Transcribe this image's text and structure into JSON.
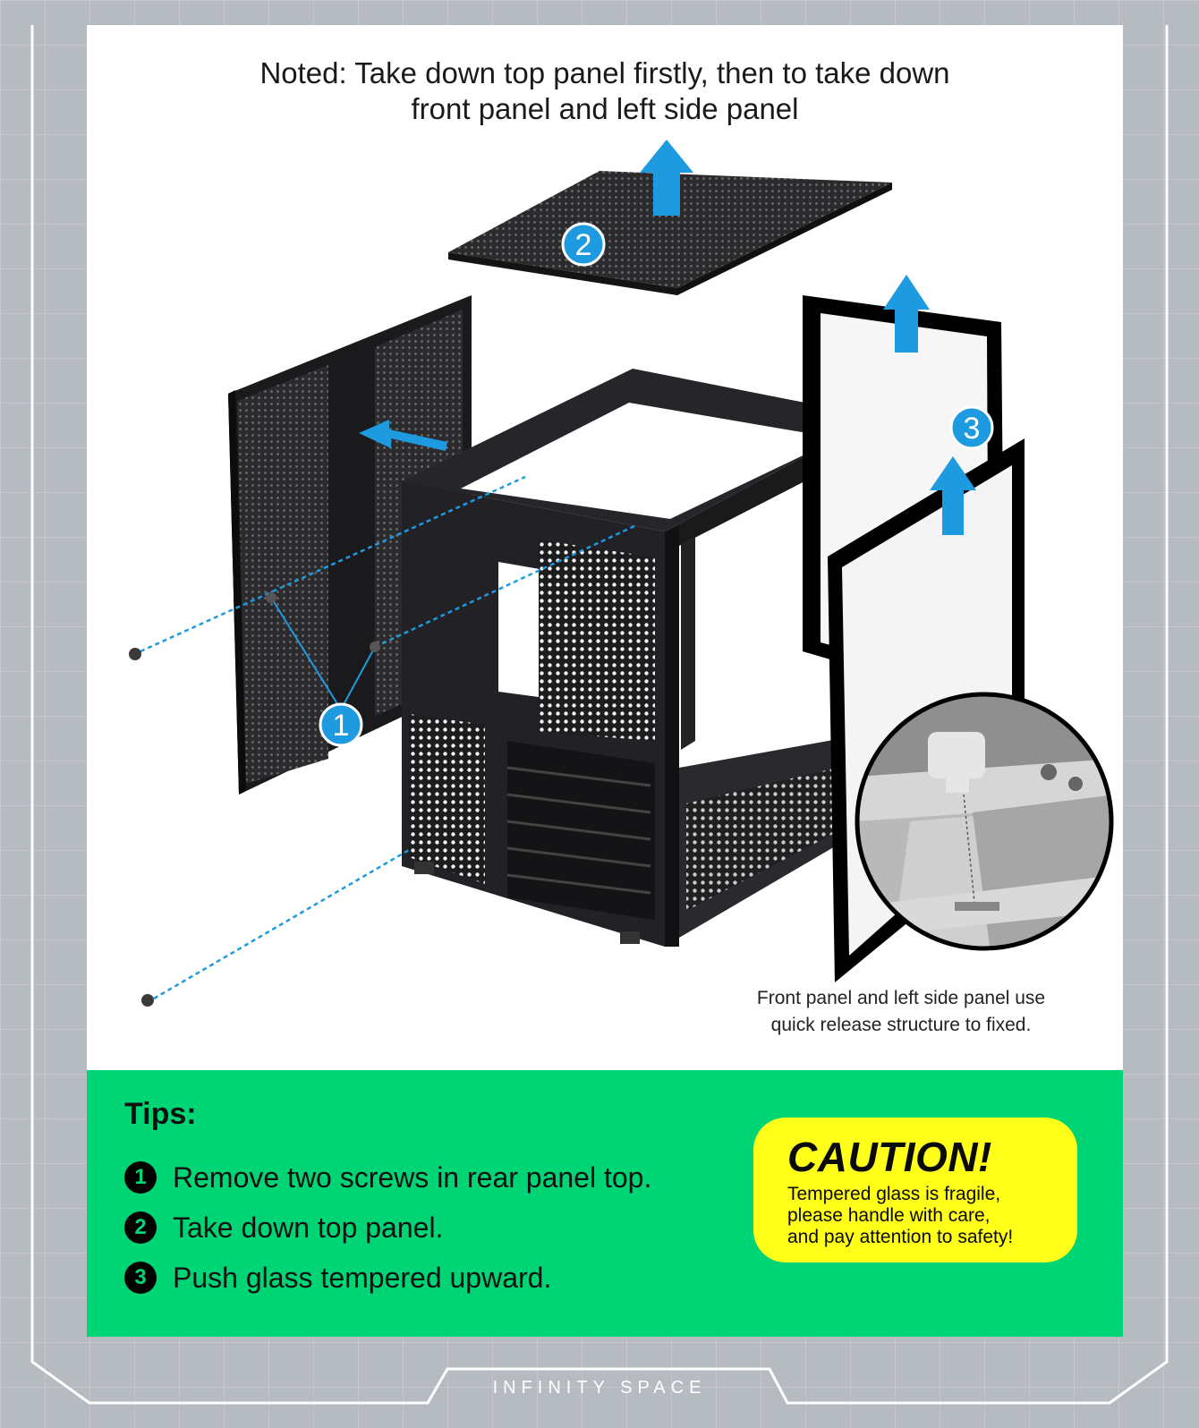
{
  "notice": {
    "line1": "Noted: Take down top panel firstly, then to take down",
    "line2": "front panel and left side panel"
  },
  "steps_badges": [
    "1",
    "2",
    "3"
  ],
  "caption": {
    "line1": "Front panel and left side panel use",
    "line2": "quick release structure to fixed."
  },
  "tips": {
    "title": "Tips:",
    "items": [
      {
        "num": "1",
        "text": "Remove two screws in rear panel top."
      },
      {
        "num": "2",
        "text": "Take down top panel."
      },
      {
        "num": "3",
        "text": "Push glass tempered upward."
      }
    ]
  },
  "caution": {
    "title": "CAUTION!",
    "line1": "Tempered glass is fragile,",
    "line2": "please handle with care,",
    "line3": "and pay attention to safety!"
  },
  "brand": "INFINITY SPACE",
  "colors": {
    "accent_blue": "#1e9be0",
    "tips_green": "#00d576",
    "caution_yellow": "#ffff1a",
    "frame_gray": "#b6bbc1"
  }
}
